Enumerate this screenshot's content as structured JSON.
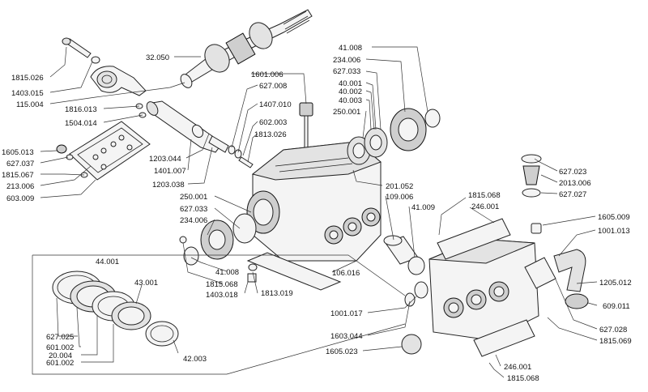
{
  "labels": [
    {
      "id": "32050",
      "text": "32.050"
    },
    {
      "id": "1815026",
      "text": "1815.026"
    },
    {
      "id": "1403015",
      "text": "1403.015"
    },
    {
      "id": "115004",
      "text": "115.004"
    },
    {
      "id": "1816013",
      "text": "1816.013"
    },
    {
      "id": "1504014",
      "text": "1504.014"
    },
    {
      "id": "1601006",
      "text": "1601.006"
    },
    {
      "id": "627008",
      "text": "627.008"
    },
    {
      "id": "1407010",
      "text": "1407.010"
    },
    {
      "id": "602003",
      "text": "602.003"
    },
    {
      "id": "1813026",
      "text": "1813.026"
    },
    {
      "id": "1605013",
      "text": "1605.013"
    },
    {
      "id": "627037",
      "text": "627.037"
    },
    {
      "id": "1815067",
      "text": "1815.067"
    },
    {
      "id": "213006",
      "text": "213.006"
    },
    {
      "id": "603009",
      "text": "603.009"
    },
    {
      "id": "1203044",
      "text": "1203.044"
    },
    {
      "id": "1401007",
      "text": "1401.007"
    },
    {
      "id": "1203038",
      "text": "1203.038"
    },
    {
      "id": "250001a",
      "text": "250.001"
    },
    {
      "id": "627033a",
      "text": "627.033"
    },
    {
      "id": "234006a",
      "text": "234.006"
    },
    {
      "id": "41008a",
      "text": "41.008"
    },
    {
      "id": "1815068a",
      "text": "1815.068"
    },
    {
      "id": "1403018",
      "text": "1403.018"
    },
    {
      "id": "1813019",
      "text": "1813.019"
    },
    {
      "id": "41008b",
      "text": "41.008"
    },
    {
      "id": "234006b",
      "text": "234.006"
    },
    {
      "id": "627033b",
      "text": "627.033"
    },
    {
      "id": "40001",
      "text": "40.001"
    },
    {
      "id": "40002",
      "text": "40.002"
    },
    {
      "id": "40003",
      "text": "40.003"
    },
    {
      "id": "250001b",
      "text": "250.001"
    },
    {
      "id": "201052",
      "text": "201.052"
    },
    {
      "id": "109006",
      "text": "109.006"
    },
    {
      "id": "41009",
      "text": "41.009"
    },
    {
      "id": "1815068b",
      "text": "1815.068"
    },
    {
      "id": "246001a",
      "text": "246.001"
    },
    {
      "id": "627023",
      "text": "627.023"
    },
    {
      "id": "2013006",
      "text": "2013.006"
    },
    {
      "id": "627027",
      "text": "627.027"
    },
    {
      "id": "1605009",
      "text": "1605.009"
    },
    {
      "id": "1001013",
      "text": "1001.013"
    },
    {
      "id": "1205012",
      "text": "1205.012"
    },
    {
      "id": "609011",
      "text": "609.011"
    },
    {
      "id": "627028",
      "text": "627.028"
    },
    {
      "id": "1815069",
      "text": "1815.069"
    },
    {
      "id": "106016",
      "text": "106.016"
    },
    {
      "id": "44001",
      "text": "44.001"
    },
    {
      "id": "43001",
      "text": "43.001"
    },
    {
      "id": "627025",
      "text": "627.025"
    },
    {
      "id": "601002a",
      "text": "601.002"
    },
    {
      "id": "20004",
      "text": "20.004"
    },
    {
      "id": "601002b",
      "text": "601.002"
    },
    {
      "id": "42003",
      "text": "42.003"
    },
    {
      "id": "1001017",
      "text": "1001.017"
    },
    {
      "id": "1603044",
      "text": "1603.044"
    },
    {
      "id": "1605023",
      "text": "1605.023"
    },
    {
      "id": "246001b",
      "text": "246.001"
    },
    {
      "id": "1815068c",
      "text": "1815.068"
    }
  ]
}
